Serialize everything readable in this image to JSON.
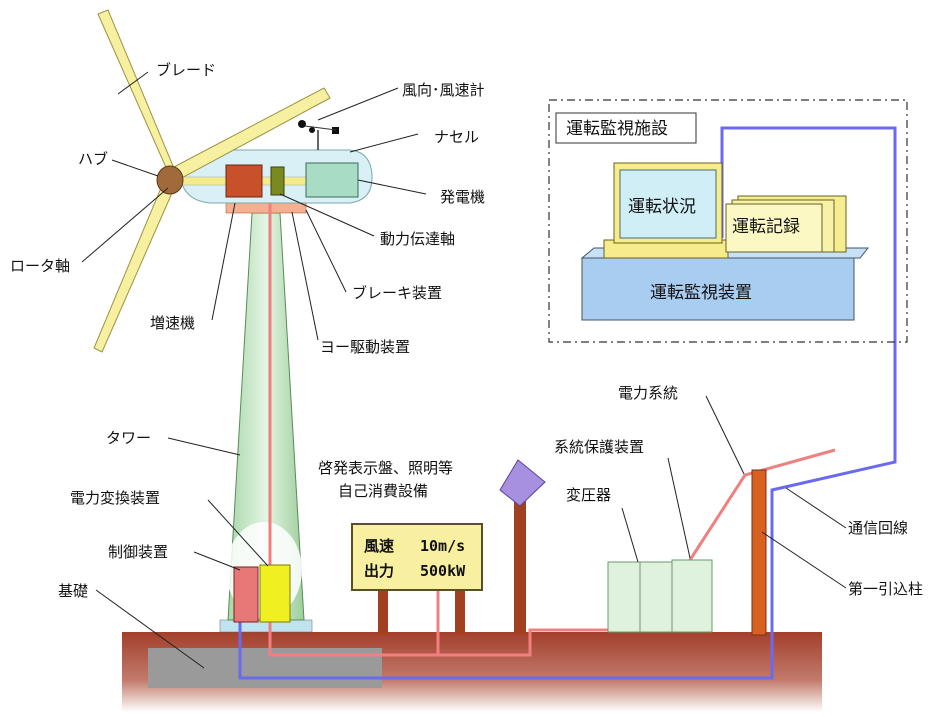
{
  "labels": {
    "blade": "ブレード",
    "hub": "ハブ",
    "rotor_shaft": "ロータ軸",
    "anemometer": "風向･風速計",
    "nacelle": "ナセル",
    "generator": "発電機",
    "drive_shaft": "動力伝達軸",
    "brake": "ブレーキ装置",
    "gearbox": "増速機",
    "yaw_drive": "ヨー駆動装置",
    "tower": "タワー",
    "power_converter": "電力変換装置",
    "controller": "制御装置",
    "foundation": "基礎",
    "signboard_caption_line1": "啓発表示盤、照明等",
    "signboard_caption_line2": "自己消費設備",
    "transformer": "変圧器",
    "grid_protection": "系統保護装置",
    "power_grid": "電力系統",
    "comm_line": "通信回線",
    "first_pole": "第一引込柱"
  },
  "signboard": {
    "row1_label": "風速",
    "row1_value": "10m/s",
    "row2_label": "出力",
    "row2_value": "500kW"
  },
  "monitoring": {
    "facility_title": "運転監視施設",
    "status_screen": "運転状況",
    "records": "運転記録",
    "device": "運転監視装置"
  },
  "colors": {
    "blade": "#f7f0a0",
    "tower": "#c9e6c9",
    "ground": "#a9422f",
    "power_line": "#f08080",
    "comm_line": "#6a6af0",
    "monitor_base": "#a8cdf0"
  }
}
